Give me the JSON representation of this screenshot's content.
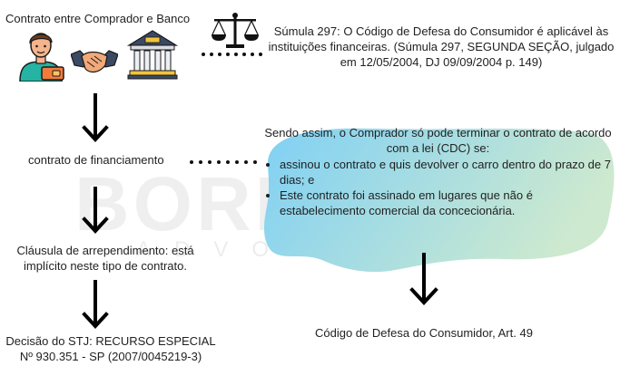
{
  "header": {
    "contract_label": "Contrato entre Comprador e Banco"
  },
  "sumula": {
    "text": "Súmula 297:   O Código de Defesa do Consumidor é aplicável às instituições financeiras. (Súmula 297, SEGUNDA SEÇÃO, julgado em 12/05/2004, DJ 09/09/2004 p. 149)"
  },
  "flow": {
    "financing": "contrato de financiamento",
    "clausula": "Cláusula de arrependimento: está implícito neste tipo de contrato.",
    "decisao": "Decisão do STJ: RECURSO ESPECIAL Nº 930.351 - SP (2007/0045219-3)"
  },
  "blob": {
    "intro": "Sendo assim, o Comprador só pode  terminar o contrato de acordo com a lei (CDC) se:",
    "conditions": [
      "assinou o contrato e quis devolver o carro dentro do prazo de 7 dias; e",
      "Este contrato foi assinado em lugares que não é estabelecimento comercial da concecionária."
    ],
    "colors": {
      "start": "#7fd0f5",
      "end": "#cde9cf"
    }
  },
  "cdc_label": "Código de Defesa do Consumidor, Art. 49",
  "watermark": {
    "main": "BORD",
    "sub": "ADVOC"
  },
  "icons": [
    "person-with-wallet-icon",
    "handshake-icon",
    "bank-icon",
    "scales-of-justice-icon"
  ],
  "colors": {
    "text": "#1f1f1f",
    "arrow": "#000000"
  }
}
